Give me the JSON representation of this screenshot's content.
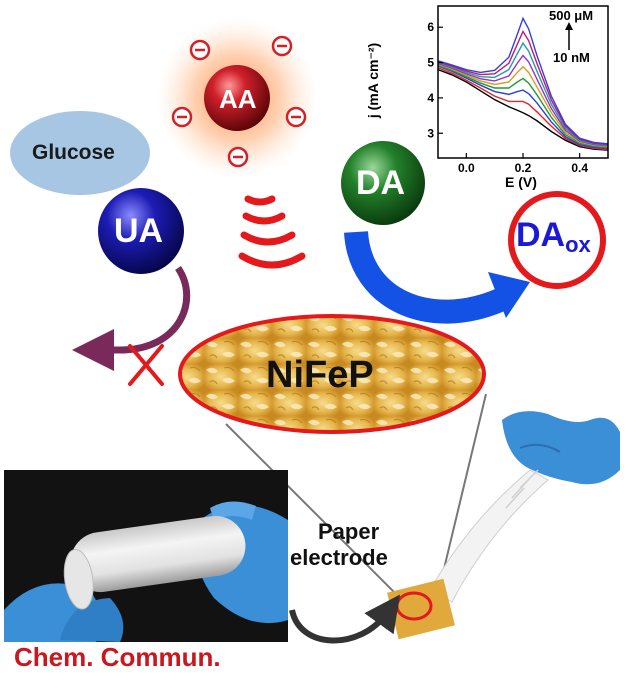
{
  "labels": {
    "glucose": "Glucose",
    "aa": "AA",
    "ua": "UA",
    "da": "DA",
    "da_ox_main": "DA",
    "da_ox_sub": "ox",
    "nifep": "NiFeP",
    "paper_electrode_line1": "Paper",
    "paper_electrode_line2": "electrode",
    "journal": "Chem. Commun."
  },
  "inset": {
    "ylabel": "j (mA cm⁻²)",
    "xlabel": "E (V)",
    "annot_top": "500 μM",
    "annot_bottom": "10 nM"
  },
  "colors": {
    "aa_ball": "#b3121a",
    "aa_glow": "#ff8a3c",
    "charge": "#d42026",
    "ua_ball": "#1a1aa8",
    "da_ball": "#1f6b1f",
    "da_ox_ring": "#e3191c",
    "da_ox_text": "#1a1ad6",
    "glucose_fill": "#a7c6e4",
    "blocked_arrow": "#7a2a5a",
    "da_arrow": "#1452e6",
    "cross": "#e3191c",
    "nifep_ring": "#e3191c",
    "nifep_fill": "#e3b64a",
    "journal": "#c8171e",
    "glove": "#3a8fd6",
    "paper_tile": "#e1a83c"
  },
  "icons": [
    "minus-charge-icon",
    "signal-wave-icon",
    "cross-icon",
    "curved-arrow-icon"
  ],
  "chart_data": {
    "type": "line",
    "title": "",
    "xlabel": "E (V)",
    "ylabel": "j (mA cm⁻²)",
    "xlim": [
      -0.1,
      0.5
    ],
    "ylim": [
      2.3,
      6.6
    ],
    "xticks": [
      0.0,
      0.2,
      0.4
    ],
    "xtick_labels": [
      "0.0",
      "0.2",
      "0.4"
    ],
    "yticks": [
      3,
      4,
      5,
      6
    ],
    "ytick_labels": [
      "3",
      "4",
      "5",
      "6"
    ],
    "peak_potential": 0.2,
    "concentration_range": [
      "10 nM",
      "500 μM"
    ],
    "x": [
      -0.1,
      -0.05,
      0.0,
      0.05,
      0.1,
      0.15,
      0.18,
      0.2,
      0.22,
      0.25,
      0.3,
      0.35,
      0.4,
      0.45,
      0.5
    ],
    "series": [
      {
        "values": [
          4.8,
          4.65,
          4.45,
          4.2,
          3.95,
          3.75,
          3.65,
          3.58,
          3.5,
          3.35,
          3.05,
          2.8,
          2.62,
          2.55,
          2.52
        ],
        "color": "#000000"
      },
      {
        "values": [
          4.85,
          4.7,
          4.5,
          4.28,
          4.05,
          3.9,
          3.9,
          3.9,
          3.82,
          3.6,
          3.2,
          2.85,
          2.65,
          2.57,
          2.54
        ],
        "color": "#e0262a"
      },
      {
        "values": [
          4.9,
          4.75,
          4.56,
          4.36,
          4.18,
          4.1,
          4.18,
          4.22,
          4.12,
          3.85,
          3.32,
          2.9,
          2.68,
          2.6,
          2.57
        ],
        "color": "#2a3fd4"
      },
      {
        "values": [
          4.92,
          4.78,
          4.6,
          4.42,
          4.28,
          4.28,
          4.45,
          4.55,
          4.42,
          4.08,
          3.45,
          2.96,
          2.72,
          2.63,
          2.6
        ],
        "color": "#1f9a3a"
      },
      {
        "values": [
          4.95,
          4.81,
          4.64,
          4.48,
          4.38,
          4.45,
          4.72,
          4.88,
          4.72,
          4.3,
          3.58,
          3.02,
          2.75,
          2.66,
          2.62
        ],
        "color": "#d4a017"
      },
      {
        "values": [
          4.97,
          4.84,
          4.68,
          4.54,
          4.48,
          4.62,
          4.98,
          5.2,
          5.02,
          4.52,
          3.7,
          3.08,
          2.78,
          2.68,
          2.64
        ],
        "color": "#9a2fd0"
      },
      {
        "values": [
          5.0,
          4.87,
          4.72,
          4.6,
          4.58,
          4.8,
          5.25,
          5.55,
          5.32,
          4.74,
          3.82,
          3.14,
          2.8,
          2.7,
          2.66
        ],
        "color": "#1fa0a0"
      },
      {
        "values": [
          5.02,
          4.9,
          4.76,
          4.66,
          4.68,
          4.98,
          5.52,
          5.88,
          5.62,
          4.96,
          3.94,
          3.2,
          2.83,
          2.72,
          2.68
        ],
        "color": "#c2187a"
      },
      {
        "values": [
          5.05,
          4.93,
          4.8,
          4.72,
          4.78,
          5.15,
          5.8,
          6.25,
          5.95,
          5.18,
          4.05,
          3.25,
          2.86,
          2.74,
          2.7
        ],
        "color": "#3a3ad8"
      }
    ]
  }
}
